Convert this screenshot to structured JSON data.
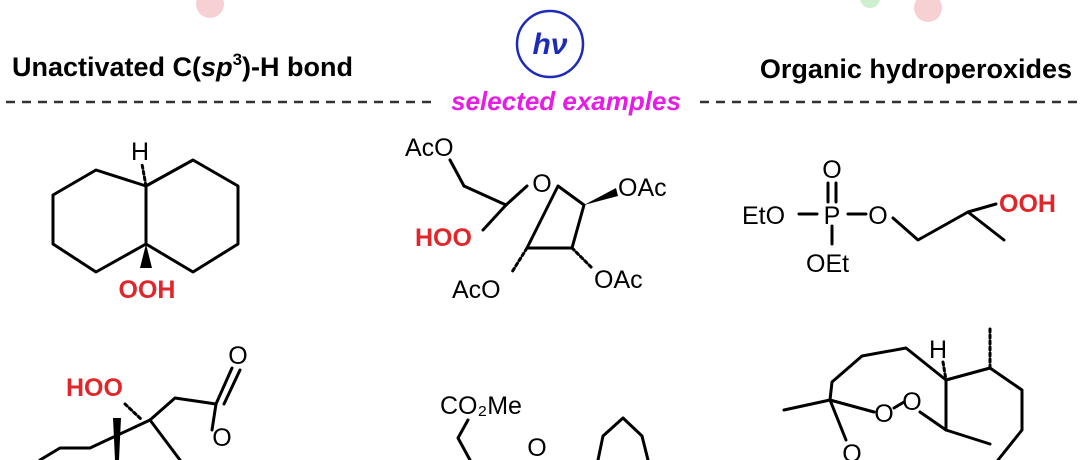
{
  "header": {
    "left_title_pre": "Unactivated C(",
    "left_title_italic": "sp",
    "left_title_sup": "3",
    "left_title_post": ")-H bond",
    "center_symbol": "hν",
    "right_title": "Organic hydroperoxides",
    "subtitle": "selected examples"
  },
  "colors": {
    "hydroperoxide_red": "#e0262b",
    "hv_blue": "#1d2bb8",
    "subtitle_magenta": "#e51de5",
    "background": "#ffffff",
    "bond": "#000000"
  },
  "labels": {
    "m1_h": "H",
    "m1_ooh": "OOH",
    "m2_aco_top": "AcO",
    "m2_o_ring": "O",
    "m2_oac_right": "OAc",
    "m2_hoo": "HOO",
    "m2_aco_bottom": "AcO",
    "m2_oac_bottom": "OAc",
    "m3_o_top": "O",
    "m3_eto": "EtO",
    "m3_p": "P",
    "m3_o_link": "O",
    "m3_ooh": "OOH",
    "m3_oet": "OEt",
    "m4_hoo": "HOO",
    "m4_o_carbonyl": "O",
    "m4_o_ring": "O",
    "m5_co2me": "CO₂Me",
    "m5_o": "O",
    "m6_h": "H",
    "m6_o_upper": "O",
    "m6_o_lower": "O",
    "m6_o_bottom": "O"
  }
}
